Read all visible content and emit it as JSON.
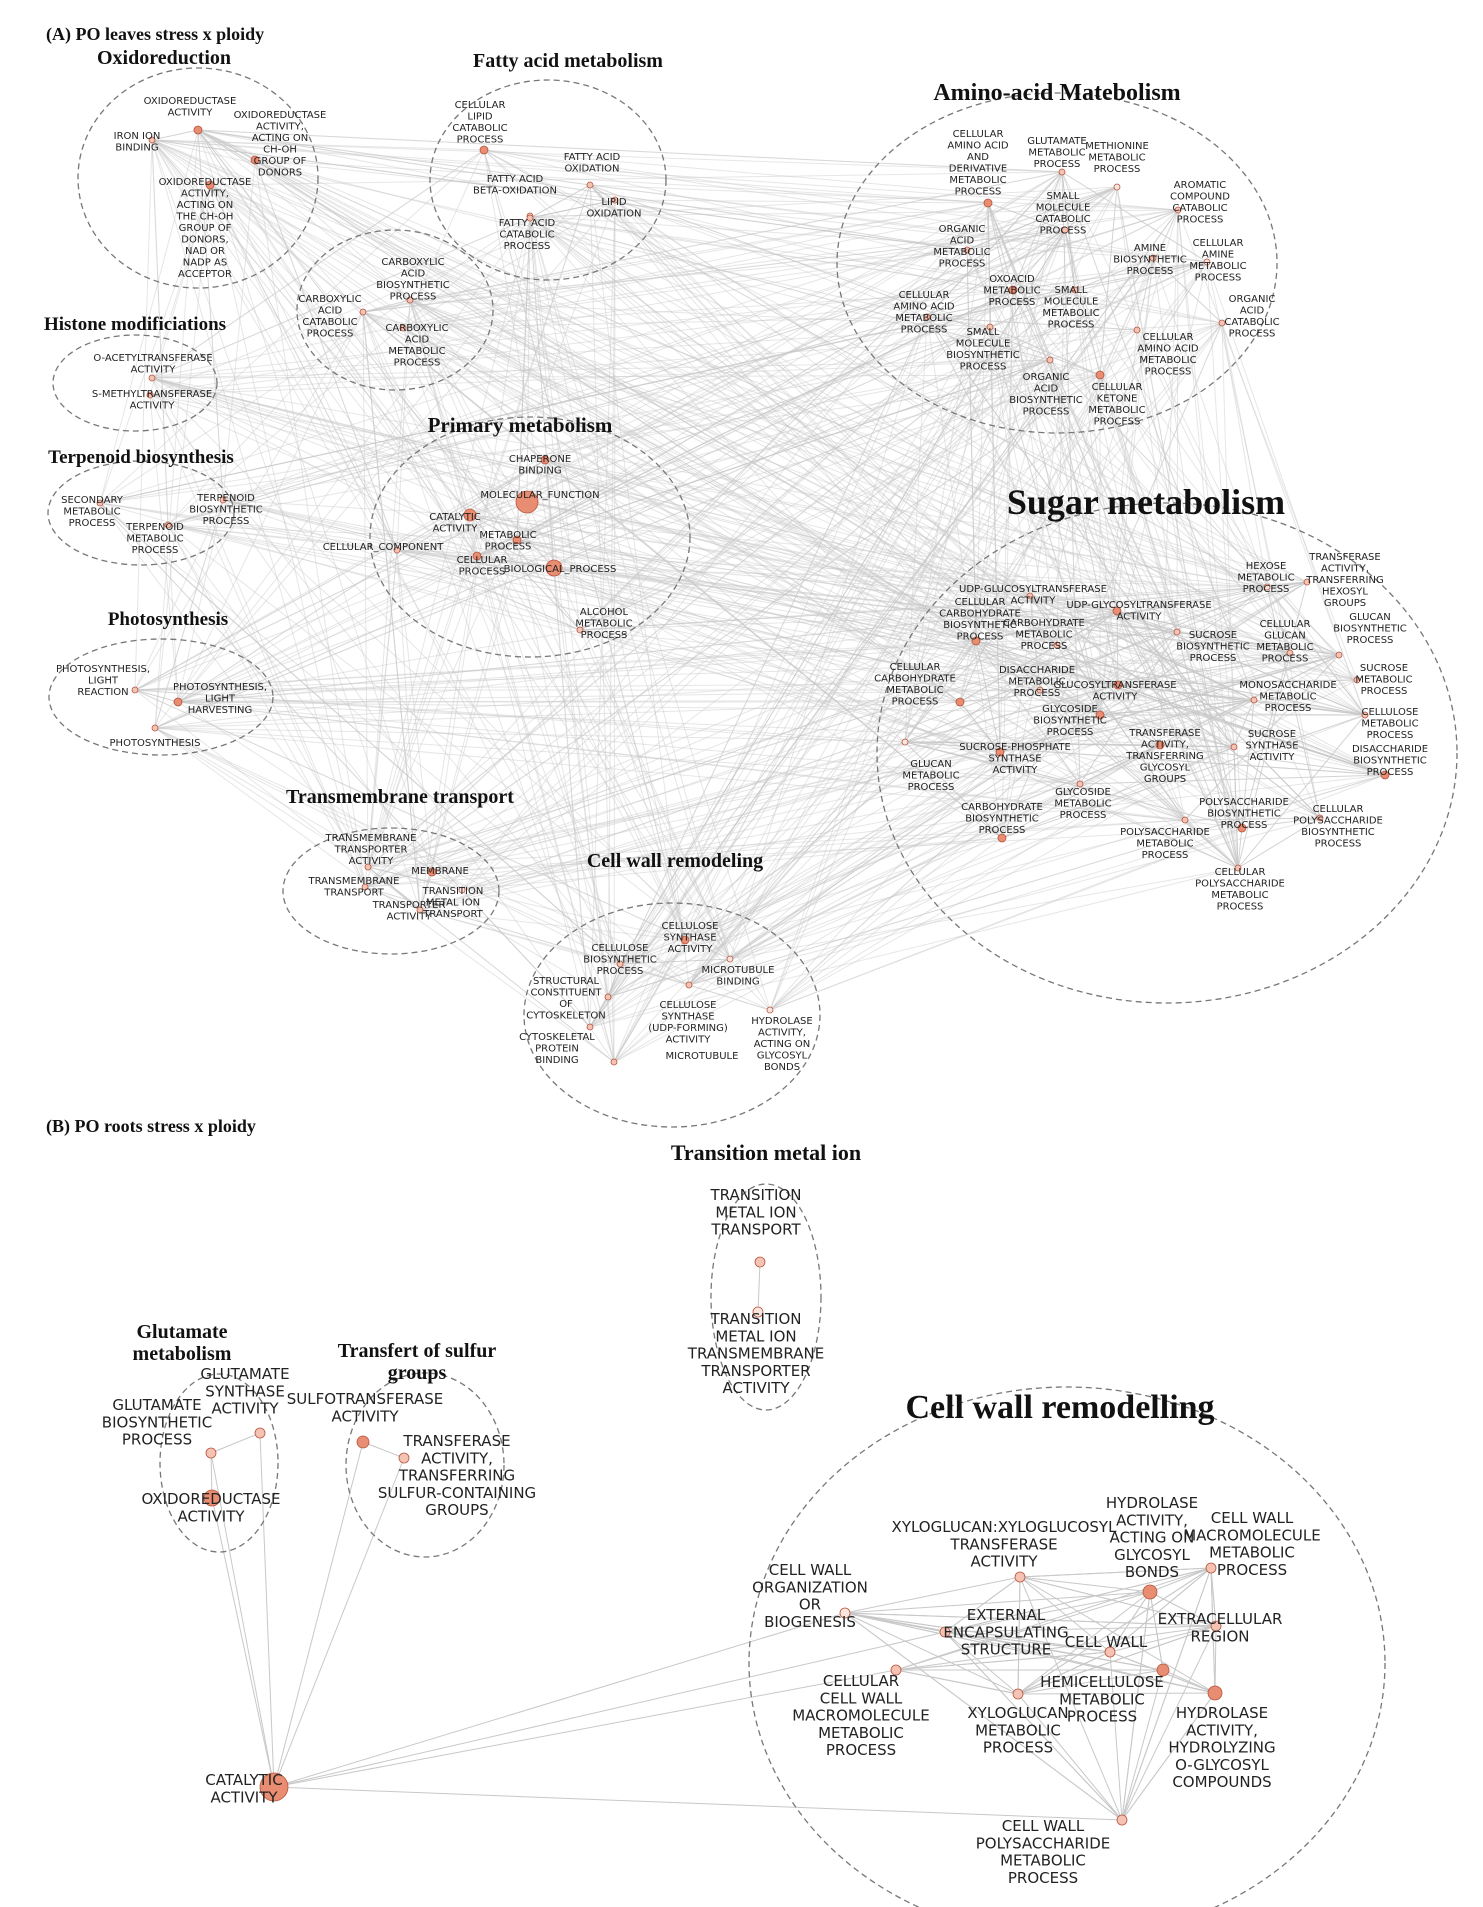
{
  "panels": {
    "a": "(A) PO leaves stress x ploidy",
    "b": "(B) PO roots stress x ploidy"
  },
  "colors": {
    "node": "#e88c72",
    "node_light": "#f4c3b3",
    "node_pale": "#fbe6de",
    "edge": "#c8c8c8",
    "cluster": "#777777"
  },
  "groups_a": [
    {
      "title": "Oxidoreduction",
      "nodes": [
        {
          "lines": [
            "OXIDOREDUCTASE",
            "ACTIVITY"
          ]
        },
        {
          "lines": [
            "OXIDOREDUCTASE",
            "ACTIVITY,",
            "ACTING ON",
            "CH-OH",
            "GROUP OF",
            "DONORS"
          ]
        },
        {
          "lines": [
            "IRON ION",
            "BINDING"
          ]
        },
        {
          "lines": [
            "OXIDOREDUCTASE",
            "ACTIVITY,",
            "ACTING ON",
            "THE CH-OH",
            "GROUP OF",
            "DONORS,",
            "NAD OR",
            "NADP AS",
            "ACCEPTOR"
          ]
        }
      ]
    },
    {
      "title": "Fatty acid metabolism",
      "nodes": [
        {
          "lines": [
            "CELLULAR",
            "LIPID",
            "CATABOLIC",
            "PROCESS"
          ]
        },
        {
          "lines": [
            "FATTY ACID",
            "OXIDATION"
          ]
        },
        {
          "lines": [
            "FATTY ACID",
            "BETA-OXIDATION"
          ]
        },
        {
          "lines": [
            "LIPID",
            "OXIDATION"
          ]
        },
        {
          "lines": [
            "FATTY ACID",
            "CATABOLIC",
            "PROCESS"
          ]
        }
      ]
    },
    {
      "title": "Amino-acid Matebolism",
      "nodes": [
        {
          "lines": [
            "CELLULAR",
            "AMINO ACID",
            "AND",
            "DERIVATIVE",
            "METABOLIC",
            "PROCESS"
          ]
        },
        {
          "lines": [
            "GLUTAMATE",
            "METABOLIC",
            "PROCESS"
          ]
        },
        {
          "lines": [
            "METHIONINE",
            "METABOLIC",
            "PROCESS"
          ]
        },
        {
          "lines": [
            "AROMATIC",
            "COMPOUND",
            "CATABOLIC",
            "PROCESS"
          ]
        },
        {
          "lines": [
            "SMALL",
            "MOLECULE",
            "CATABOLIC",
            "PROCESS"
          ]
        },
        {
          "lines": [
            "ORGANIC",
            "ACID",
            "METABOLIC",
            "PROCESS"
          ]
        },
        {
          "lines": [
            "AMINE",
            "BIOSYNTHETIC",
            "PROCESS"
          ]
        },
        {
          "lines": [
            "CELLULAR",
            "AMINE",
            "METABOLIC",
            "PROCESS"
          ]
        },
        {
          "lines": [
            "OXOACID",
            "METABOLIC",
            "PROCESS"
          ]
        },
        {
          "lines": [
            "SMALL",
            "MOLECULE",
            "METABOLIC",
            "PROCESS"
          ]
        },
        {
          "lines": [
            "CELLULAR",
            "AMINO ACID",
            "METABOLIC",
            "PROCESS"
          ]
        },
        {
          "lines": [
            "ORGANIC",
            "ACID",
            "CATABOLIC",
            "PROCESS"
          ]
        },
        {
          "lines": [
            "SMALL",
            "MOLECULE",
            "BIOSYNTHETIC",
            "PROCESS"
          ]
        },
        {
          "lines": [
            "CELLULAR",
            "AMINO ACID",
            "METABOLIC",
            "PROCESS"
          ]
        },
        {
          "lines": [
            "ORGANIC",
            "ACID",
            "BIOSYNTHETIC",
            "PROCESS"
          ]
        },
        {
          "lines": [
            "CELLULAR",
            "KETONE",
            "METABOLIC",
            "PROCESS"
          ]
        }
      ]
    },
    {
      "title": "",
      "nodes": [
        {
          "lines": [
            "CARBOXYLIC",
            "ACID",
            "BIOSYNTHETIC",
            "PROCESS"
          ]
        },
        {
          "lines": [
            "CARBOXYLIC",
            "ACID",
            "CATABOLIC",
            "PROCESS"
          ]
        },
        {
          "lines": [
            "CARBOXYLIC",
            "ACID",
            "METABOLIC",
            "PROCESS"
          ]
        }
      ]
    },
    {
      "title": "Histone modificiations",
      "nodes": [
        {
          "lines": [
            "O-ACETYLTRANSFERASE",
            "ACTIVITY"
          ]
        },
        {
          "lines": [
            "S-METHYLTRANSFERASE",
            "ACTIVITY"
          ]
        }
      ]
    },
    {
      "title": "Primary metabolism",
      "nodes": [
        {
          "lines": [
            "CHAPERONE",
            "BINDING"
          ]
        },
        {
          "lines": [
            "MOLECULAR_FUNCTION"
          ]
        },
        {
          "lines": [
            "CATALYTIC",
            "ACTIVITY"
          ]
        },
        {
          "lines": [
            "METABOLIC",
            "PROCESS"
          ]
        },
        {
          "lines": [
            "CELLULAR_COMPONENT"
          ]
        },
        {
          "lines": [
            "CELLULAR",
            "PROCESS"
          ]
        },
        {
          "lines": [
            "BIOLOGICAL_PROCESS"
          ]
        },
        {
          "lines": [
            "ALCOHOL",
            "METABOLIC",
            "PROCESS"
          ]
        }
      ]
    },
    {
      "title": "Terpenoid biosynthesis",
      "nodes": [
        {
          "lines": [
            "SECONDARY",
            "METABOLIC",
            "PROCESS"
          ]
        },
        {
          "lines": [
            "TERPENOID",
            "BIOSYNTHETIC",
            "PROCESS"
          ]
        },
        {
          "lines": [
            "TERPENOID",
            "METABOLIC",
            "PROCESS"
          ]
        }
      ]
    },
    {
      "title": "Photosynthesis",
      "nodes": [
        {
          "lines": [
            "PHOTOSYNTHESIS,",
            "LIGHT",
            "REACTION"
          ]
        },
        {
          "lines": [
            "PHOTOSYNTHESIS,",
            "LIGHT",
            "HARVESTING"
          ]
        },
        {
          "lines": [
            "PHOTOSYNTHESIS"
          ]
        }
      ]
    },
    {
      "title": "Transmembrane transport",
      "nodes": [
        {
          "lines": [
            "TRANSMEMBRANE",
            "TRANSPORTER",
            "ACTIVITY"
          ]
        },
        {
          "lines": [
            "MEMBRANE"
          ]
        },
        {
          "lines": [
            "TRANSMEMBRANE",
            "TRANSPORT"
          ]
        },
        {
          "lines": [
            "TRANSITION",
            "METAL ION",
            "TRANSPORT"
          ]
        },
        {
          "lines": [
            "TRANSPORTER",
            "ACTIVITY"
          ]
        }
      ]
    },
    {
      "title": "Cell wall remodeling",
      "nodes": [
        {
          "lines": [
            "CELLULOSE",
            "SYNTHASE",
            "ACTIVITY"
          ]
        },
        {
          "lines": [
            "CELLULOSE",
            "BIOSYNTHETIC",
            "PROCESS"
          ]
        },
        {
          "lines": [
            "MICROTUBULE",
            "BINDING"
          ]
        },
        {
          "lines": [
            "STRUCTURAL",
            "CONSTITUENT",
            "OF",
            "CYTOSKELETON"
          ]
        },
        {
          "lines": [
            "CELLULOSE",
            "SYNTHASE",
            "(UDP-FORMING)",
            "ACTIVITY"
          ]
        },
        {
          "lines": [
            "HYDROLASE",
            "ACTIVITY,",
            "ACTING ON",
            "GLYCOSYL",
            "BONDS"
          ]
        },
        {
          "lines": [
            "CYTOSKELETAL",
            "PROTEIN",
            "BINDING"
          ]
        },
        {
          "lines": [
            "MICROTUBULE"
          ]
        }
      ]
    },
    {
      "title": "Sugar metabolism",
      "nodes": [
        {
          "lines": [
            "HEXOSE",
            "METABOLIC",
            "PROCESS"
          ]
        },
        {
          "lines": [
            "TRANSFERASE",
            "ACTIVITY,",
            "TRANSFERRING",
            "HEXOSYL",
            "GROUPS"
          ]
        },
        {
          "lines": [
            "UDP-GLUCOSYLTRANSFERASE",
            "ACTIVITY"
          ]
        },
        {
          "lines": [
            "UDP-GLYCOSYLTRANSFERASE",
            "ACTIVITY"
          ]
        },
        {
          "lines": [
            "CELLULAR",
            "CARBOHYDRATE",
            "BIOSYNTHETIC",
            "PROCESS"
          ]
        },
        {
          "lines": [
            "CARBOHYDRATE",
            "METABOLIC",
            "PROCESS"
          ]
        },
        {
          "lines": [
            "SUCROSE",
            "BIOSYNTHETIC",
            "PROCESS"
          ]
        },
        {
          "lines": [
            "CELLULAR",
            "GLUCAN",
            "METABOLIC",
            "PROCESS"
          ]
        },
        {
          "lines": [
            "GLUCAN",
            "BIOSYNTHETIC",
            "PROCESS"
          ]
        },
        {
          "lines": [
            "CELLULAR",
            "CARBOHYDRATE",
            "METABOLIC",
            "PROCESS"
          ]
        },
        {
          "lines": [
            "DISACCHARIDE",
            "METABOLIC",
            "PROCESS"
          ]
        },
        {
          "lines": [
            "GLUCOSYLTRANSFERASE",
            "ACTIVITY"
          ]
        },
        {
          "lines": [
            "SUCROSE",
            "METABOLIC",
            "PROCESS"
          ]
        },
        {
          "lines": [
            "GLYCOSIDE",
            "BIOSYNTHETIC",
            "PROCESS"
          ]
        },
        {
          "lines": [
            "MONOSACCHARIDE",
            "METABOLIC",
            "PROCESS"
          ]
        },
        {
          "lines": [
            "CELLULOSE",
            "METABOLIC",
            "PROCESS"
          ]
        },
        {
          "lines": [
            "GLUCAN",
            "METABOLIC",
            "PROCESS"
          ]
        },
        {
          "lines": [
            "SUCROSE-PHOSPHATE",
            "SYNTHASE",
            "ACTIVITY"
          ]
        },
        {
          "lines": [
            "TRANSFERASE",
            "ACTIVITY,",
            "TRANSFERRING",
            "GLYCOSYL",
            "GROUPS"
          ]
        },
        {
          "lines": [
            "SUCROSE",
            "SYNTHASE",
            "ACTIVITY"
          ]
        },
        {
          "lines": [
            "DISACCHARIDE",
            "BIOSYNTHETIC",
            "PROCESS"
          ]
        },
        {
          "lines": [
            "CARBOHYDRATE",
            "BIOSYNTHETIC",
            "PROCESS"
          ]
        },
        {
          "lines": [
            "GLYCOSIDE",
            "METABOLIC",
            "PROCESS"
          ]
        },
        {
          "lines": [
            "POLYSACCHARIDE",
            "BIOSYNTHETIC",
            "PROCESS"
          ]
        },
        {
          "lines": [
            "CELLULAR",
            "POLYSACCHARIDE",
            "BIOSYNTHETIC",
            "PROCESS"
          ]
        },
        {
          "lines": [
            "POLYSACCHARIDE",
            "METABOLIC",
            "PROCESS"
          ]
        },
        {
          "lines": [
            "CELLULAR",
            "POLYSACCHARIDE",
            "METABOLIC",
            "PROCESS"
          ]
        }
      ]
    }
  ],
  "groups_b": [
    {
      "title": "Transition metal ion",
      "nodes": [
        {
          "lines": [
            "TRANSITION",
            "METAL ION",
            "TRANSPORT"
          ]
        },
        {
          "lines": [
            "TRANSITION",
            "METAL ION",
            "TRANSMEMBRANE",
            "TRANSPORTER",
            "ACTIVITY"
          ]
        }
      ]
    },
    {
      "title": "Glutamate metabolism",
      "title_lines": [
        "Glutamate",
        "metabolism"
      ],
      "nodes": [
        {
          "lines": [
            "GLUTAMATE",
            "SYNTHASE",
            "ACTIVITY"
          ]
        },
        {
          "lines": [
            "GLUTAMATE",
            "BIOSYNTHETIC",
            "PROCESS"
          ]
        },
        {
          "lines": [
            "OXIDOREDUCTASE",
            "ACTIVITY"
          ]
        }
      ]
    },
    {
      "title": "Transfert of sulfur groups",
      "title_lines": [
        "Transfert of sulfur",
        "groups"
      ],
      "nodes": [
        {
          "lines": [
            "SULFOTRANSFERASE",
            "ACTIVITY"
          ]
        },
        {
          "lines": [
            "TRANSFERASE",
            "ACTIVITY,",
            "TRANSFERRING",
            "SULFUR-CONTAINING",
            "GROUPS"
          ]
        }
      ]
    },
    {
      "title": "Cell wall remodelling",
      "nodes": [
        {
          "lines": [
            "XYLOGLUCAN:XYLOGLUCOSYL",
            "TRANSFERASE",
            "ACTIVITY"
          ]
        },
        {
          "lines": [
            "HYDROLASE",
            "ACTIVITY,",
            "ACTING ON",
            "GLYCOSYL",
            "BONDS"
          ]
        },
        {
          "lines": [
            "CELL WALL",
            "MACROMOLECULE",
            "METABOLIC",
            "PROCESS"
          ]
        },
        {
          "lines": [
            "CELL WALL",
            "ORGANIZATION",
            "OR",
            "BIOGENESIS"
          ]
        },
        {
          "lines": [
            "EXTERNAL",
            "ENCAPSULATING",
            "STRUCTURE"
          ]
        },
        {
          "lines": [
            "EXTRACELLULAR",
            "REGION"
          ]
        },
        {
          "lines": [
            "CELL WALL"
          ]
        },
        {
          "lines": [
            "CELLULAR",
            "CELL WALL",
            "MACROMOLECULE",
            "METABOLIC",
            "PROCESS"
          ]
        },
        {
          "lines": [
            "HEMICELLULOSE",
            "METABOLIC",
            "PROCESS"
          ]
        },
        {
          "lines": [
            "XYLOGLUCAN",
            "METABOLIC",
            "PROCESS"
          ]
        },
        {
          "lines": [
            "HYDROLASE",
            "ACTIVITY,",
            "HYDROLYZING",
            "O-GLYCOSYL",
            "COMPOUNDS"
          ]
        },
        {
          "lines": [
            "CELL WALL",
            "POLYSACCHARIDE",
            "METABOLIC",
            "PROCESS"
          ]
        }
      ]
    },
    {
      "title": "",
      "nodes": [
        {
          "lines": [
            "CATALYTIC",
            "ACTIVITY"
          ]
        }
      ]
    }
  ]
}
